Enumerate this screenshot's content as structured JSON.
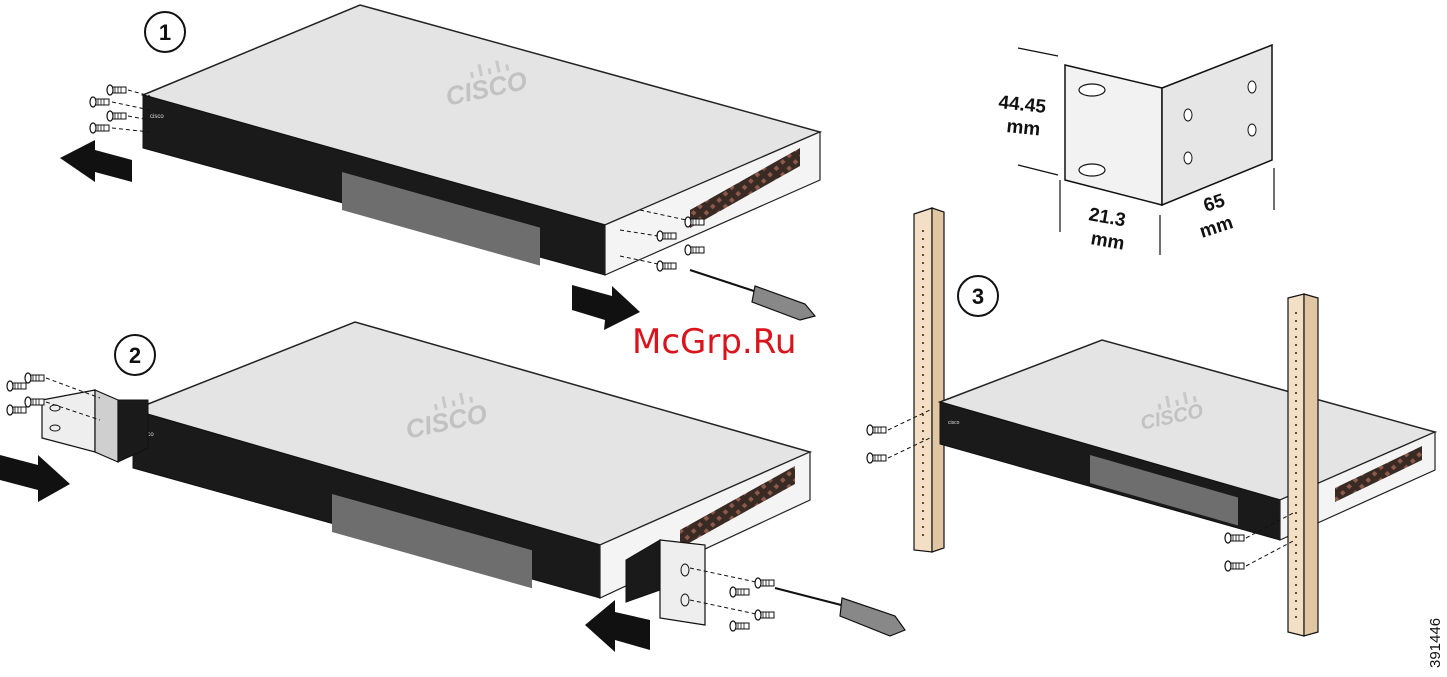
{
  "steps": {
    "step1": "1",
    "step2": "2",
    "step3": "3"
  },
  "dimensions": {
    "height_value": "44.45",
    "height_unit": "mm",
    "depth_value": "21.3",
    "depth_unit": "mm",
    "length_value": "65",
    "length_unit": "mm"
  },
  "brand": {
    "logo_text": "CISCO",
    "panel_label": "cisco"
  },
  "watermark": "McGrp.Ru",
  "figure_id": "391446",
  "colors": {
    "switch_top": "#e6e6e6",
    "switch_front": "#1a1a1a",
    "port": "#6e6e6e",
    "rack_rail": "#f2dfc5",
    "bracket": "#eeeeee",
    "arrow": "#111111",
    "watermark": "#d9141c"
  },
  "icons": [
    "screw-icon",
    "screwdriver-icon",
    "arrow-icon",
    "bracket-icon",
    "rack-rail-icon"
  ]
}
